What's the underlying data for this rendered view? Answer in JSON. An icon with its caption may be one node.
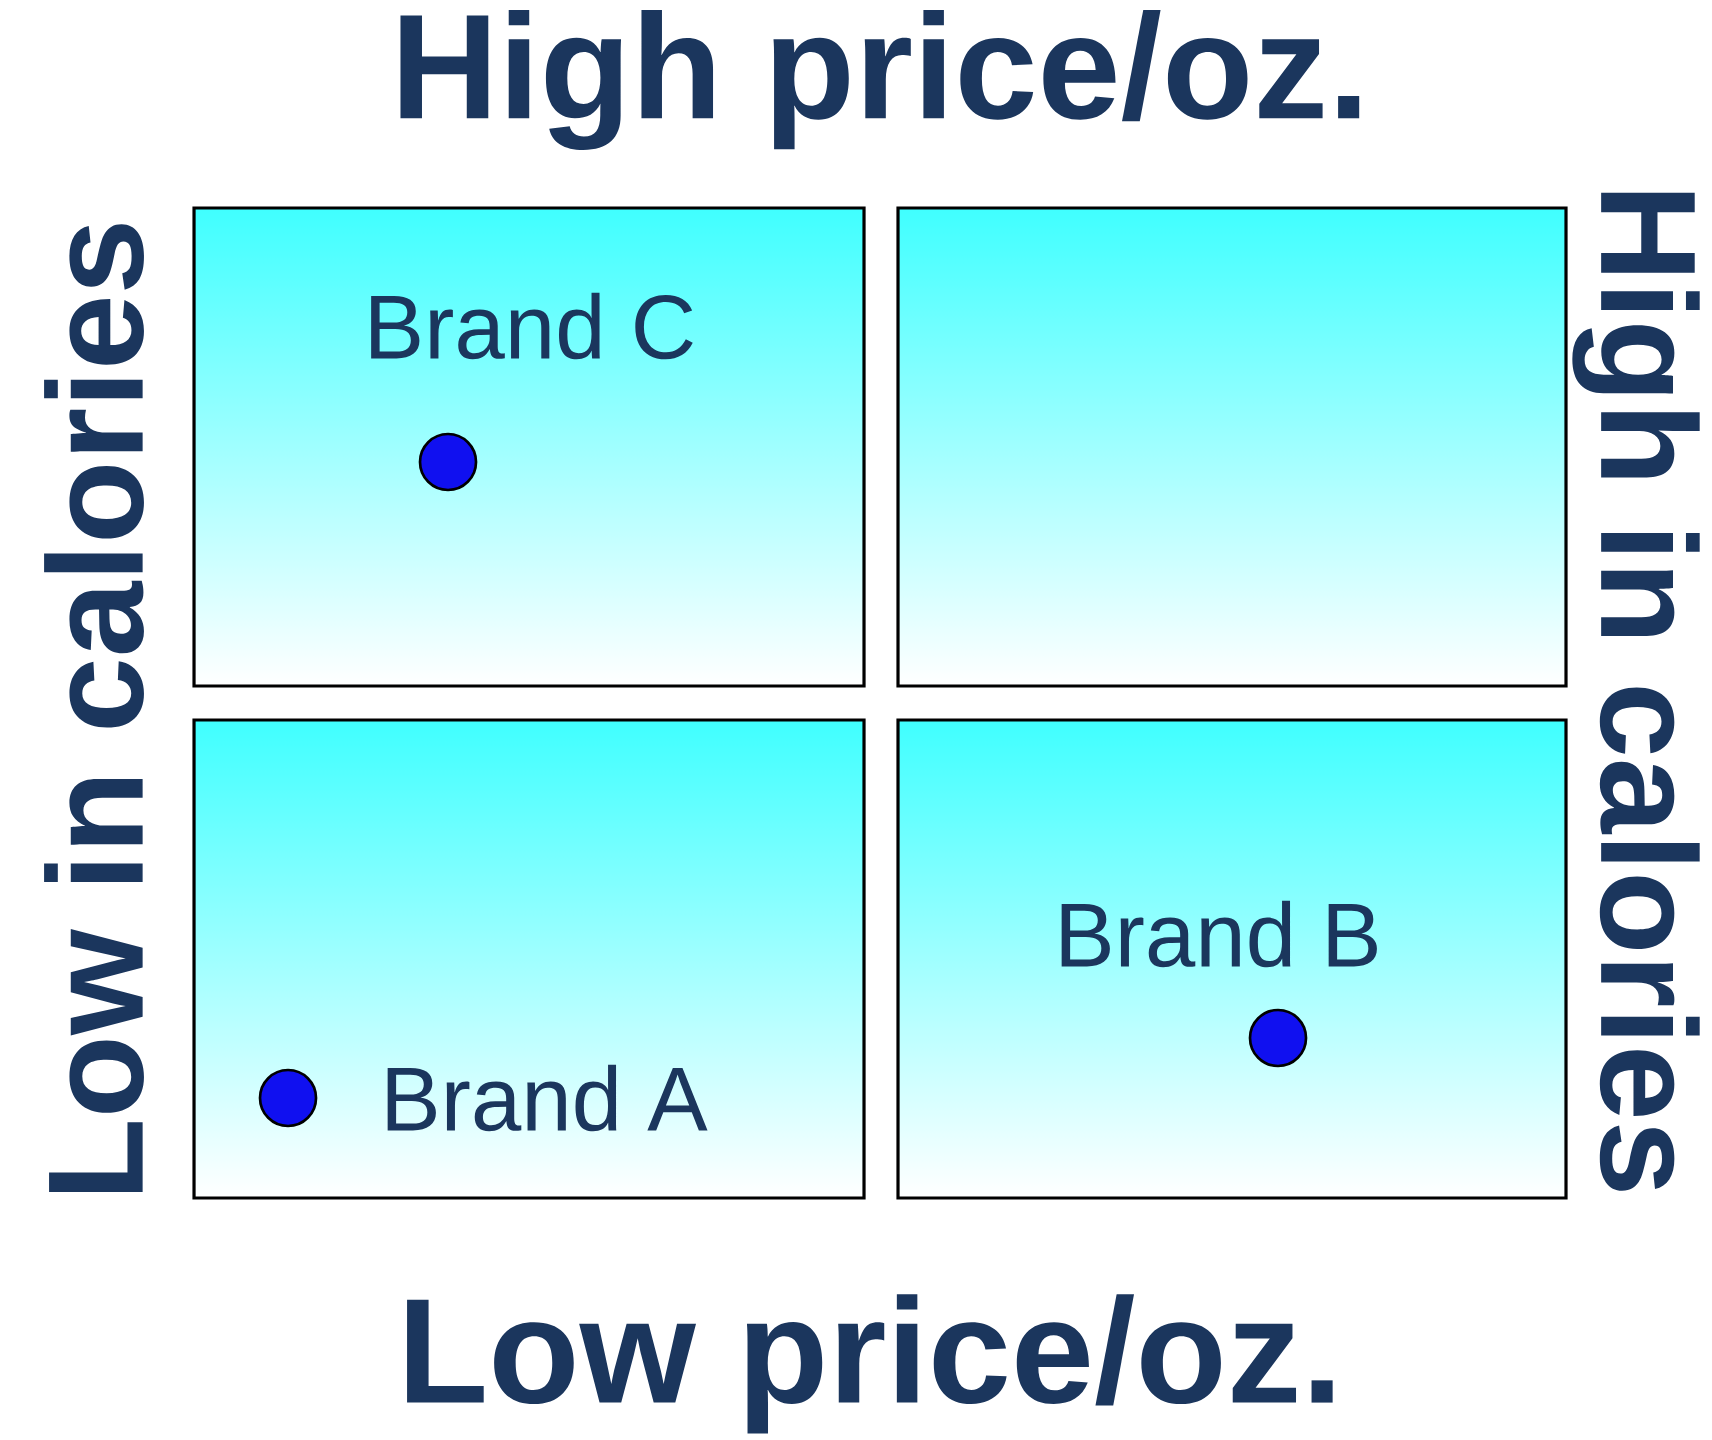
{
  "diagram": {
    "nodes": [
      {
        "text": [
          "Brand C"
        ]
      },
      {
        "text": [],
        "shape": "box"
      },
      {
        "text": [
          "Brand A"
        ]
      },
      {
        "text": [
          "Brand B"
        ]
      }
    ],
    "labels": [
      "High price/oz.",
      "Low in calories",
      "High in calories",
      "Low price/oz."
    ]
  }
}
